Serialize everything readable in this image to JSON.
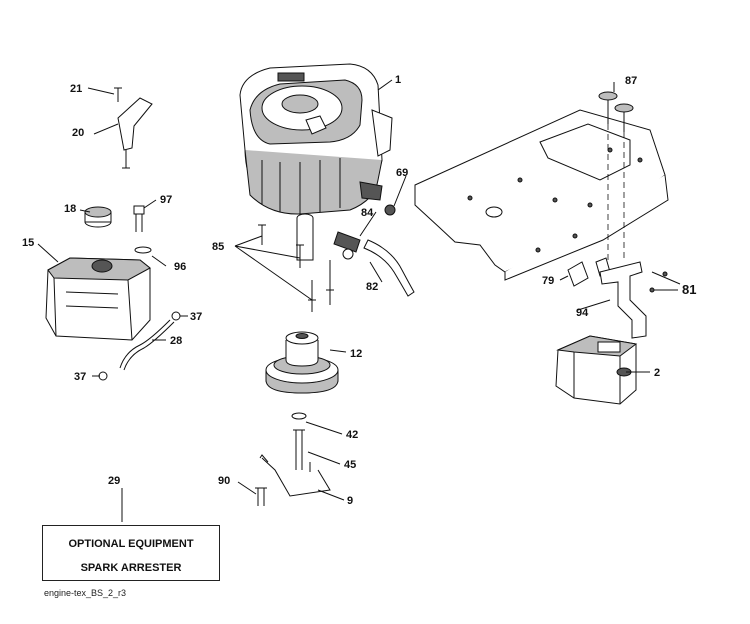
{
  "diagram": {
    "callouts": [
      {
        "id": "engine",
        "label": "1"
      },
      {
        "id": "muffler",
        "label": "2"
      },
      {
        "id": "bracket-9",
        "label": "9"
      },
      {
        "id": "pulley",
        "label": "12"
      },
      {
        "id": "fuel-tank",
        "label": "15"
      },
      {
        "id": "fuel-cap",
        "label": "18"
      },
      {
        "id": "throttle-bracket",
        "label": "20"
      },
      {
        "id": "screw-21",
        "label": "21"
      },
      {
        "id": "fuel-hose",
        "label": "28"
      },
      {
        "id": "spark-arrester",
        "label": "29"
      },
      {
        "id": "clamp-upper",
        "label": "37"
      },
      {
        "id": "clamp-lower",
        "label": "37"
      },
      {
        "id": "washer-42",
        "label": "42"
      },
      {
        "id": "nut-45",
        "label": "45"
      },
      {
        "id": "gasket-69",
        "label": "69"
      },
      {
        "id": "bolt-79",
        "label": "79"
      },
      {
        "id": "hose-81",
        "label": "81"
      },
      {
        "id": "connector-82",
        "label": "82"
      },
      {
        "id": "screws-84",
        "label": "84"
      },
      {
        "id": "bolt-85",
        "label": "85"
      },
      {
        "id": "knobs-87",
        "label": "87"
      },
      {
        "id": "bolt-90",
        "label": "90"
      },
      {
        "id": "exhaust-pipe",
        "label": "94"
      },
      {
        "id": "washer-96",
        "label": "96"
      },
      {
        "id": "bolt-97",
        "label": "97"
      }
    ]
  },
  "optional_box": {
    "line1": "OPTIONAL EQUIPMENT",
    "line2": "SPARK ARRESTER"
  },
  "caption": "engine-tex_BS_2_r3"
}
